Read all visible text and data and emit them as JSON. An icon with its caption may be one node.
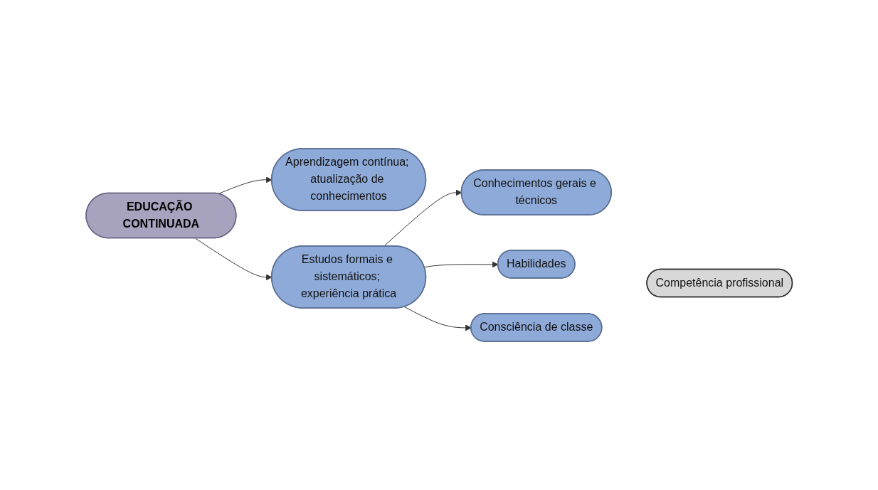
{
  "diagram": {
    "nodes": [
      {
        "text": [
          "EDUCAÇÃO CONTINUADA"
        ]
      },
      {
        "text": [
          "Aprendizagem contínua; atualização de conhecimentos"
        ]
      },
      {
        "text": [
          "Estudos formais e sistemáticos; experiência prática"
        ]
      },
      {
        "text": [
          "Conhecimentos gerais e técnicos"
        ]
      },
      {
        "text": [
          "Habilidades"
        ]
      },
      {
        "text": [
          "Consciência de classe"
        ]
      },
      {
        "text": [
          "Competência profissional"
        ]
      }
    ],
    "edges": [
      {
        "from": 0,
        "to": 1,
        "arrow": "to"
      },
      {
        "from": 0,
        "to": 2,
        "arrow": "to"
      },
      {
        "from": 2,
        "to": 3,
        "arrow": "to"
      },
      {
        "from": 2,
        "to": 4,
        "arrow": "to"
      },
      {
        "from": 2,
        "to": 5,
        "arrow": "to"
      }
    ]
  }
}
